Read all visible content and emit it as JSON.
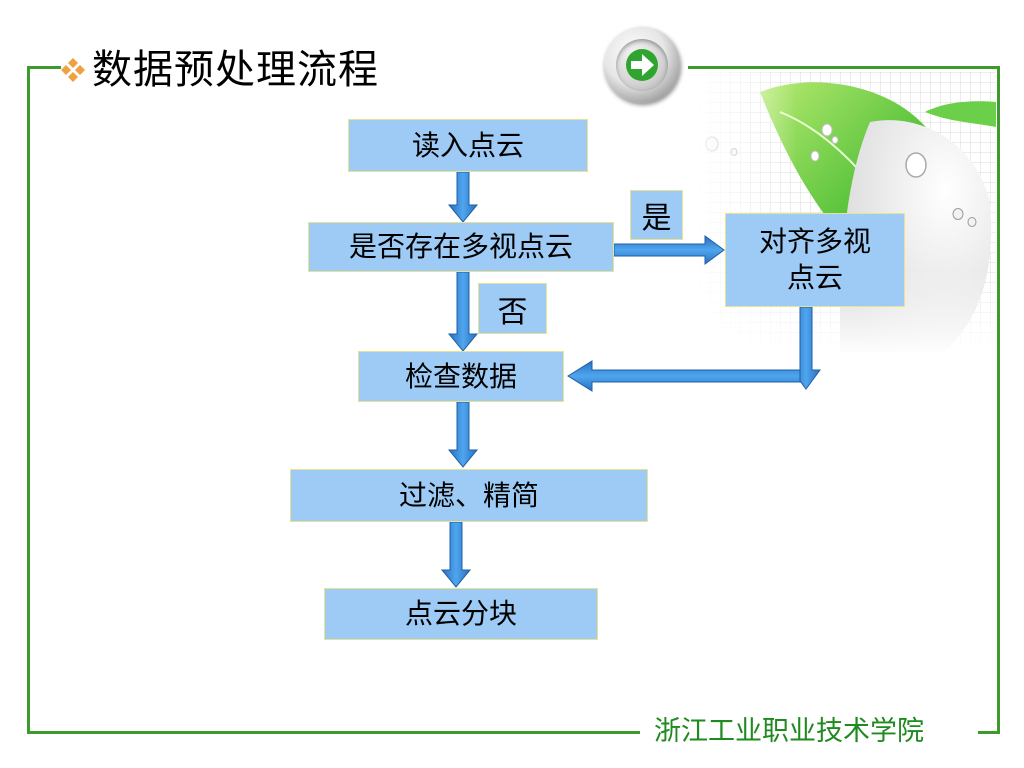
{
  "slide": {
    "title": "数据预处理流程",
    "footer": "浙江工业职业技术学院"
  },
  "icons": {
    "title_bullet": "four-diamond-bullet-icon",
    "next_button": "green-right-arrow-icon",
    "decoration": "leaf-with-water-drops"
  },
  "colors": {
    "frame_green": "#3d9a2c",
    "box_fill": "#9dcbf5",
    "box_border": "#e9e38f",
    "arrow_blue": "#3a8bdc",
    "footer_text": "#1f8a1f"
  },
  "flowchart": {
    "nodes": {
      "read": "读入点云",
      "decision": "是否存在多视点云",
      "align": "对齐多视\n点云",
      "check": "检查数据",
      "filter": "过滤、精简",
      "block": "点云分块"
    },
    "labels": {
      "yes": "是",
      "no": "否"
    }
  }
}
